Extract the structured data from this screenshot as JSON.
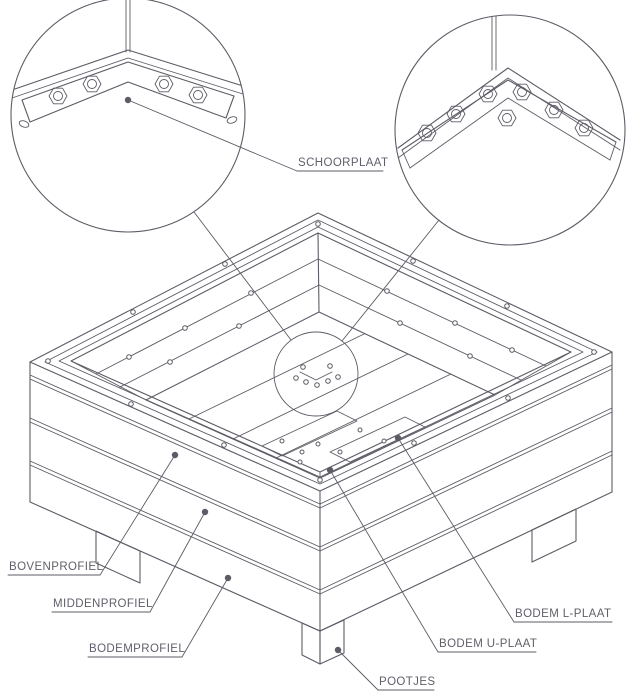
{
  "diagram": {
    "type": "technical-drawing",
    "subject": "planter-box-assembly",
    "labels": {
      "schoorplaat": "SCHOORPLAAT",
      "bovenprofiel": "BOVENPROFIEL",
      "middenprofiel": "MIDDENPROFIEL",
      "bodemprofiel": "BODEMPROFIEL",
      "bodem_l_plaat": "BODEM L-PLAAT",
      "bodem_u_plaat": "BODEM U-PLAAT",
      "pootjes": "POOTJES"
    },
    "colors": {
      "line": "#5c5c66",
      "label_text": "#5f5f6a",
      "background": "#ffffff"
    }
  }
}
